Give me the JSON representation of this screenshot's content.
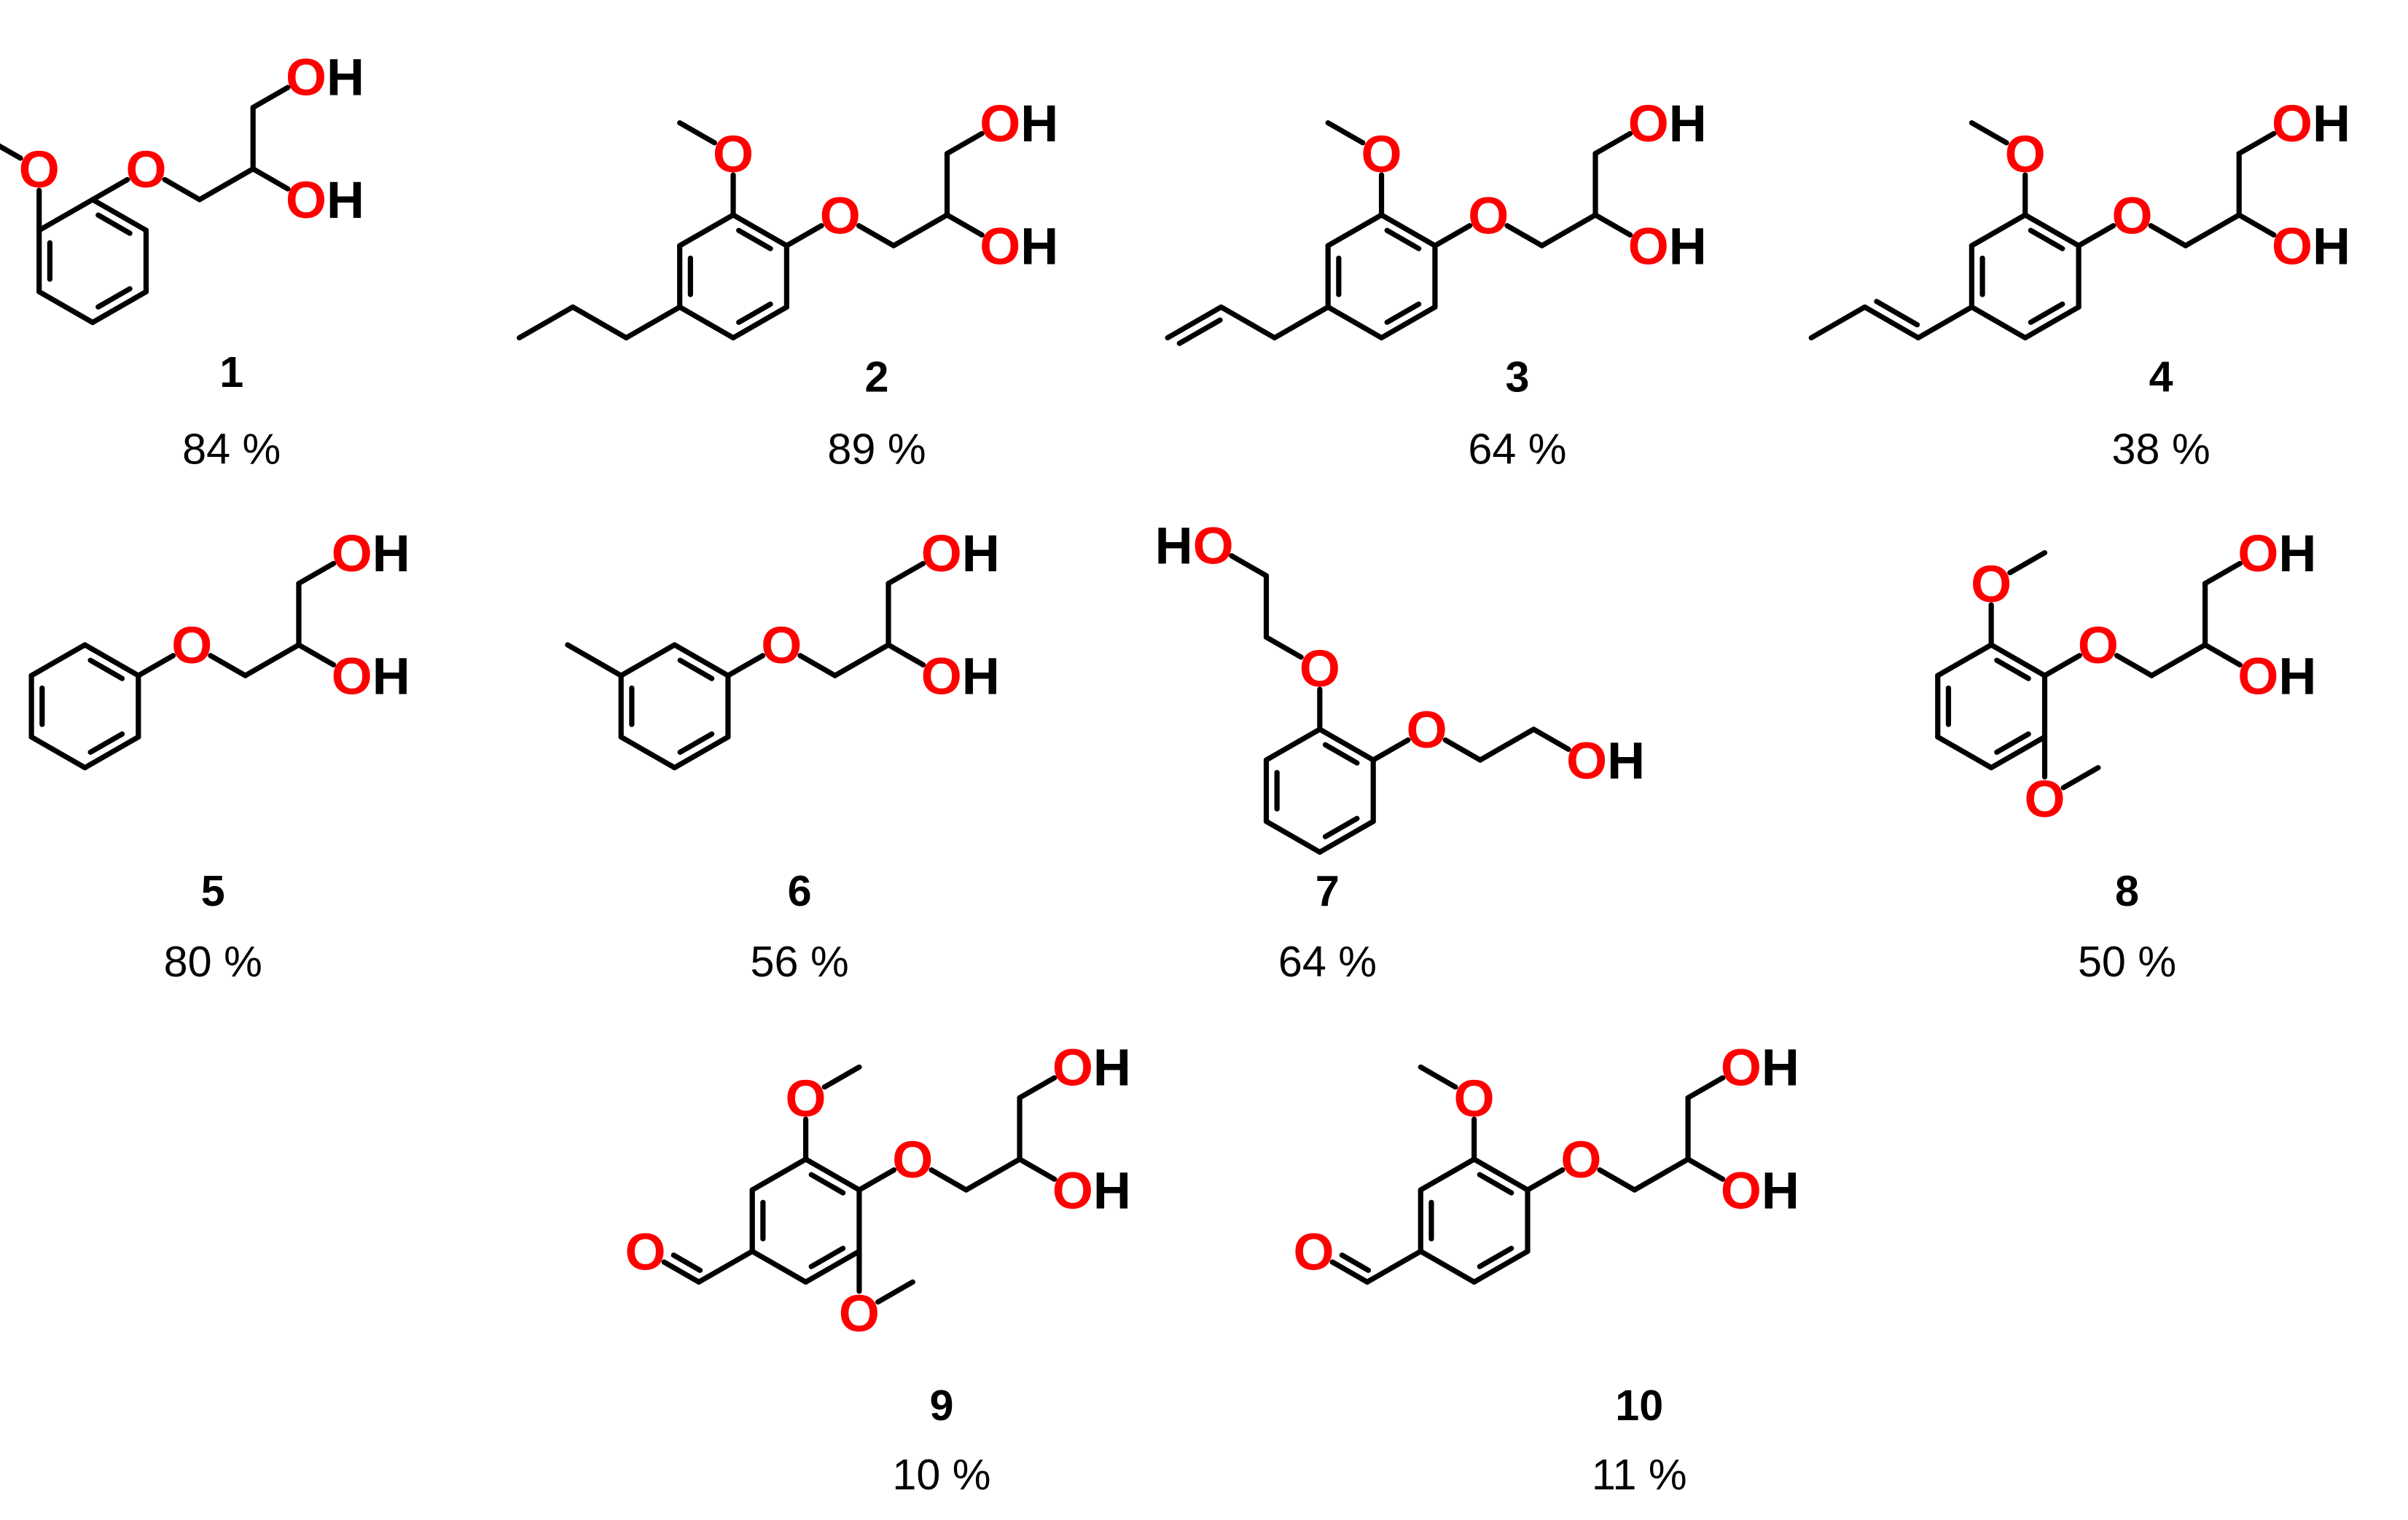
{
  "colors": {
    "bond": "#000000",
    "oxygen": "#ff0000",
    "hydrogen": "#000000",
    "text": "#000000"
  },
  "atom_labels": {
    "oxygen": "O",
    "hydroxyl_hydrogen": "H"
  },
  "compounds": [
    {
      "number": "1",
      "yield": "84 %"
    },
    {
      "number": "2",
      "yield": "89 %"
    },
    {
      "number": "3",
      "yield": "64 %"
    },
    {
      "number": "4",
      "yield": "38 %"
    },
    {
      "number": "5",
      "yield": "80 %"
    },
    {
      "number": "6",
      "yield": "56 %"
    },
    {
      "number": "7",
      "yield": "64 %"
    },
    {
      "number": "8",
      "yield": "50 %"
    },
    {
      "number": "9",
      "yield": "10 %"
    },
    {
      "number": "10",
      "yield": "11 %"
    }
  ]
}
